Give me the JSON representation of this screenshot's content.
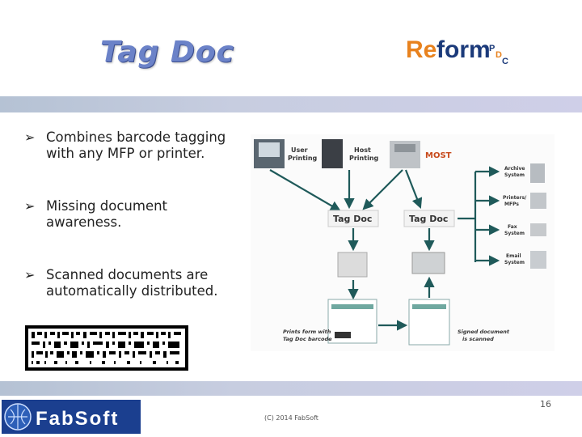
{
  "slide": {
    "title": "Tag Doc",
    "brand_logo_text": "Reform",
    "footer_logo_text": "FabSoft",
    "page_number": "16",
    "copyright": "(C) 2014 FabSoft"
  },
  "bullets": [
    "Combines barcode tagging with any MFP or printer.",
    "Missing document awareness.",
    "Scanned documents are automatically distributed."
  ],
  "diagram": {
    "labels": {
      "user_printing": [
        "User",
        "Printing"
      ],
      "host_printing": [
        "Host",
        "Printing"
      ],
      "most": "MOST",
      "tag_doc_left": "Tag Doc",
      "tag_doc_right": "Tag Doc",
      "archive": [
        "Archive",
        "System"
      ],
      "printers": [
        "Printers/",
        "MFPs"
      ],
      "fax": [
        "Fax",
        "System"
      ],
      "email": [
        "Email",
        "System"
      ],
      "prints_form": [
        "Prints form with",
        "Tag Doc barcode"
      ],
      "signed": [
        "Signed document",
        "is scanned"
      ]
    }
  },
  "colors": {
    "title": "#6b82c8",
    "band": "#c3cadc",
    "arrow": "#1f5a5a",
    "fabsoft_blue": "#1b3f8f",
    "reform_orange": "#e8821e",
    "reform_navy": "#1b3a7a"
  }
}
